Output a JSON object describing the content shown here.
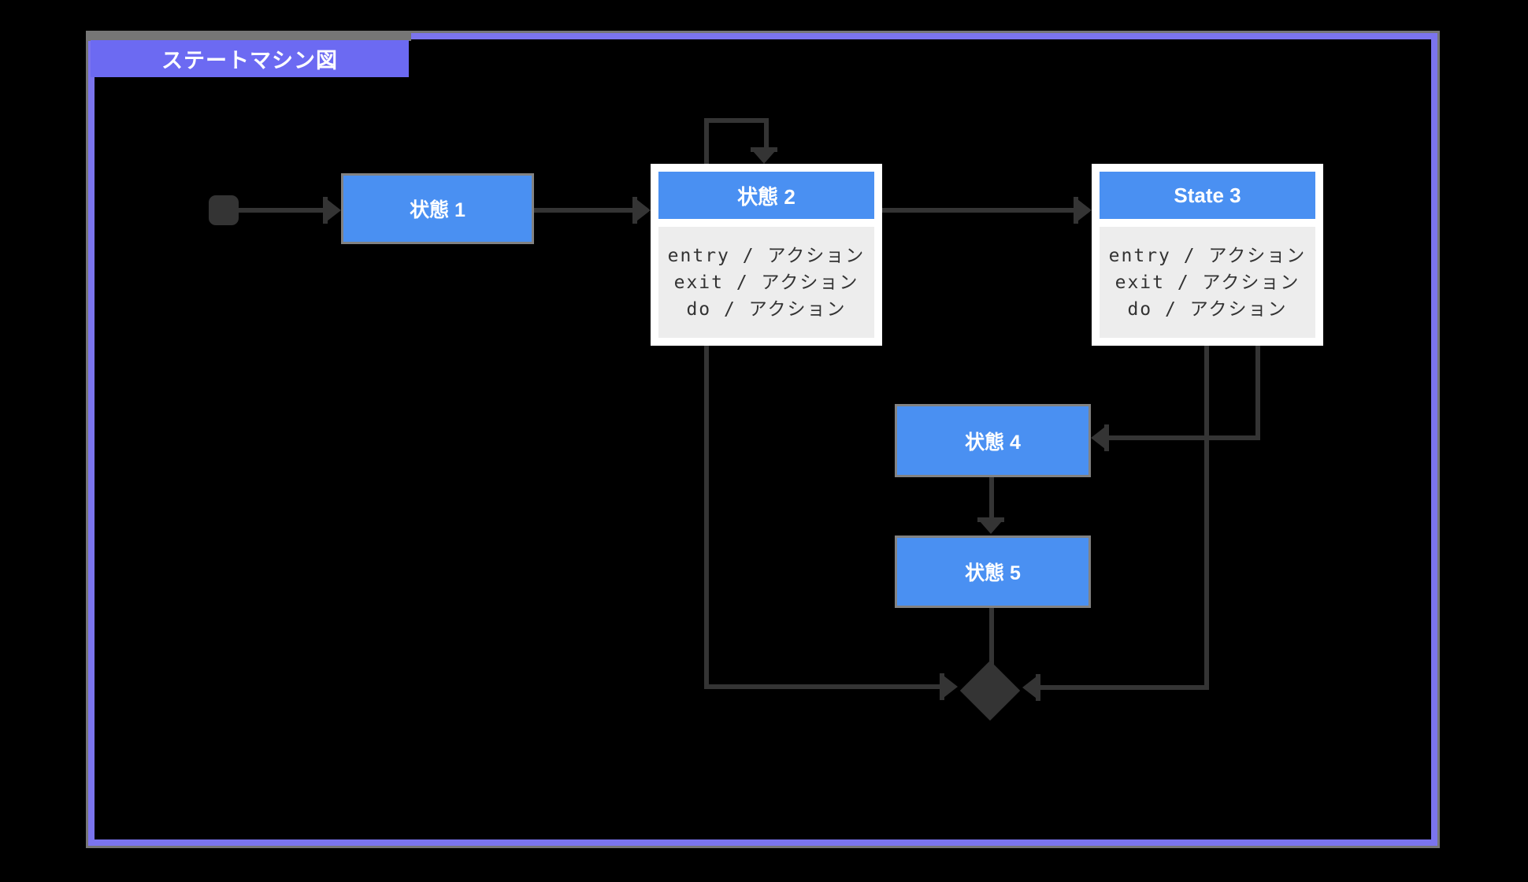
{
  "title": "ステートマシン図",
  "colors": {
    "background": "#000000",
    "frame_purple": "#7B74EE",
    "frame_outline_gray": "#767676",
    "tab_purple": "#6C6AF2",
    "state_blue": "#4A90F2",
    "state_border_gray": "#828282",
    "composite_border_white": "#FFFFFF",
    "composite_body_gray": "#EDEDED",
    "action_text": "#333333",
    "edge_dark": "#343434",
    "label_text": "#FFFFFF"
  },
  "diagram": {
    "type": "state-machine",
    "states": [
      {
        "id": "initial",
        "kind": "initial-pseudostate",
        "label": ""
      },
      {
        "id": "state1",
        "kind": "simple",
        "label": "状態 1"
      },
      {
        "id": "state2",
        "kind": "composite",
        "label": "状態 2",
        "actions": [
          "entry / アクション",
          "exit / アクション",
          "do / アクション"
        ]
      },
      {
        "id": "state3",
        "kind": "composite",
        "label": "State 3",
        "actions": [
          "entry / アクション",
          "exit / アクション",
          "do / アクション"
        ]
      },
      {
        "id": "state4",
        "kind": "simple",
        "label": "状態 4"
      },
      {
        "id": "state5",
        "kind": "simple",
        "label": "状態 5"
      },
      {
        "id": "final",
        "kind": "final-diamond",
        "label": ""
      }
    ],
    "transitions": [
      {
        "from": "initial",
        "to": "state1",
        "label": ""
      },
      {
        "from": "state1",
        "to": "state2",
        "label": ""
      },
      {
        "from": "state2",
        "to": "state2",
        "label": "",
        "self": true
      },
      {
        "from": "state2",
        "to": "state3",
        "label": ""
      },
      {
        "from": "state3",
        "to": "state4",
        "label": ""
      },
      {
        "from": "state3",
        "to": "final",
        "label": ""
      },
      {
        "from": "state2",
        "to": "final",
        "label": ""
      },
      {
        "from": "state4",
        "to": "state5",
        "label": ""
      },
      {
        "from": "state5",
        "to": "final",
        "label": ""
      }
    ]
  }
}
